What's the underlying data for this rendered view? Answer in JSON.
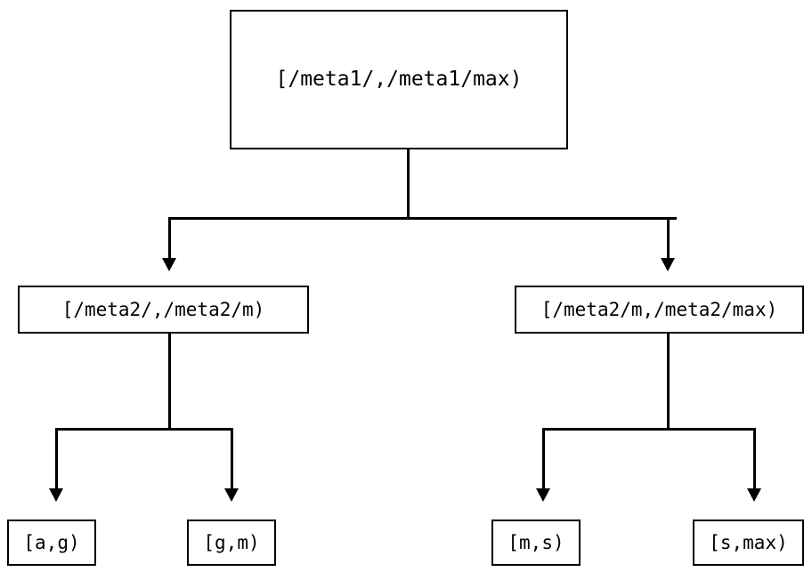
{
  "diagram": {
    "type": "tree",
    "orientation": "top-down",
    "levels": 3,
    "background_color": "#ffffff",
    "stroke_color": "#000000",
    "text_color": "#000000"
  },
  "nodes": {
    "root": {
      "label": "[/meta1/,/meta1/max)",
      "level": 0
    },
    "level2": [
      {
        "label": "[/meta2/,/meta2/m)",
        "level": 1
      },
      {
        "label": "[/meta2/m,/meta2/max)",
        "level": 1
      }
    ],
    "leaves": [
      {
        "label": "[a,g)",
        "level": 2
      },
      {
        "label": "[g,m)",
        "level": 2
      },
      {
        "label": "[m,s)",
        "level": 2
      },
      {
        "label": "[s,max)",
        "level": 2
      }
    ]
  },
  "edges": [
    {
      "from": "[/meta1/,/meta1/max)",
      "to": "[/meta2/,/meta2/m)",
      "arrow": "down-triangle"
    },
    {
      "from": "[/meta1/,/meta1/max)",
      "to": "[/meta2/m,/meta2/max)",
      "arrow": "down-triangle"
    },
    {
      "from": "[/meta2/,/meta2/m)",
      "to": "[a,g)",
      "arrow": "down-triangle"
    },
    {
      "from": "[/meta2/,/meta2/m)",
      "to": "[g,m)",
      "arrow": "down-triangle"
    },
    {
      "from": "[/meta2/m,/meta2/max)",
      "to": "[m,s)",
      "arrow": "down-triangle"
    },
    {
      "from": "[/meta2/m,/meta2/max)",
      "to": "[s,max)",
      "arrow": "down-triangle"
    }
  ]
}
